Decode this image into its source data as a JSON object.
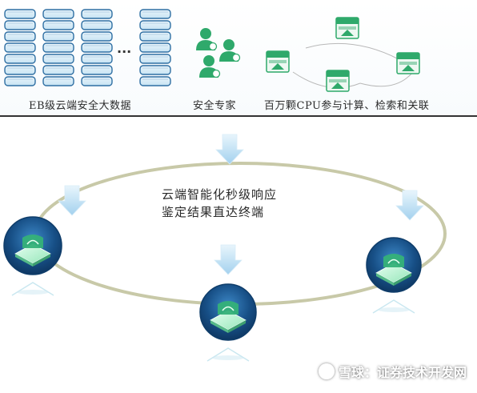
{
  "top_panel": {
    "bigdata_label": "EB级云端安全大数据",
    "experts_label": "安全专家",
    "cpu_label": "百万颗CPU参与计算、检索和关联",
    "ellipsis": "..."
  },
  "cycle": {
    "line1": "云端智能化秒级响应",
    "line2": "鉴定结果直达终端"
  },
  "watermark": {
    "text": "雪球：证券技术开发网"
  },
  "colors": {
    "database_blue": "#2f6fa3",
    "arrow_blue": "#a9d4ee",
    "ring": "#c8c9a8",
    "server_green": "#2fa96b",
    "node_dark": "#174f86"
  }
}
